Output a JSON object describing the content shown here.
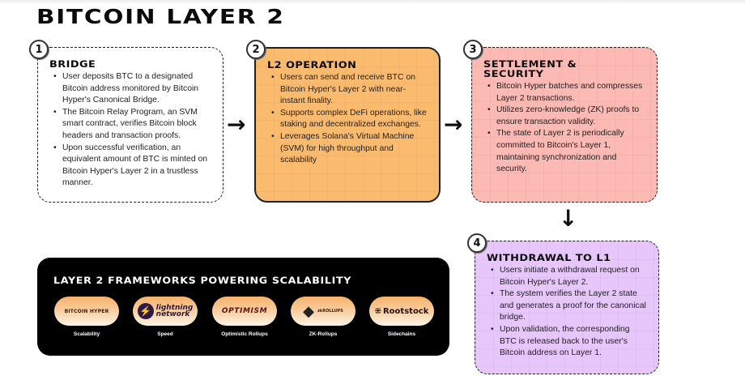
{
  "title": "BITCOIN LAYER 2",
  "steps": [
    {
      "number": "1",
      "heading": "BRIDGE",
      "bullets": [
        "User deposits BTC to a designated Bitcoin address monitored by Bitcoin Hyper's Canonical Bridge.",
        "The Bitcoin Relay Program, an SVM smart contract, verifies Bitcoin block headers and transaction proofs.",
        "Upon successful verification, an equivalent amount of BTC is minted on Bitcoin Hyper's Layer 2 in a trustless manner."
      ],
      "color": "#ffffff"
    },
    {
      "number": "2",
      "heading": "L2 OPERATION",
      "bullets": [
        "Users can send and receive BTC on Bitcoin Hyper's Layer 2 with near-instant finality.",
        "Supports complex DeFi operations, like staking and decentralized exchanges.",
        "Leverages Solana's Virtual Machine (SVM) for high throughput and scalability"
      ],
      "color": "#fbbb6f"
    },
    {
      "number": "3",
      "heading": "SETTLEMENT & SECURITY",
      "bullets": [
        "Bitcoin Hyper batches and compresses Layer 2 transactions.",
        "Utilizes zero-knowledge (ZK) proofs to ensure transaction validity.",
        "The state of Layer 2 is periodically committed to Bitcoin's Layer 1, maintaining synchronization and security."
      ],
      "color": "#fdb9b4"
    },
    {
      "number": "4",
      "heading": "WITHDRAWAL TO L1",
      "bullets": [
        "Users initiate a withdrawal request on Bitcoin Hyper's Layer 2.",
        "The system verifies the Layer 2 state and generates a proof for the canonical bridge.",
        "Upon validation, the corresponding BTC is released back to the user's Bitcoin address on Layer 1."
      ],
      "color": "#e7c6fb"
    }
  ],
  "arrows": {
    "right": "→",
    "down": "↓"
  },
  "frameworks": {
    "heading": "LAYER 2 FRAMEWORKS POWERING SCALABILITY",
    "items": [
      {
        "logo_text": "BITCOIN HYPER",
        "logo_icon": "bitcoin-hyper-logo",
        "label": "Scalability"
      },
      {
        "logo_text_1": "lightning",
        "logo_text_2": "network",
        "logo_icon": "lightning-bolt",
        "icon_glyph": "⚡",
        "label": "Speed"
      },
      {
        "logo_text": "OPTIMISM",
        "logo_icon": "optimism-logo",
        "label": "Optimistic Rollups"
      },
      {
        "logo_text": "zkROLLUPS",
        "logo_icon": "ethereum-diamond",
        "icon_glyph": "◆",
        "label": "ZK-Rollups"
      },
      {
        "logo_text": "Rootstock",
        "logo_icon": "rootstock-dots",
        "icon_glyph": "⁜",
        "label": "Sidechains"
      }
    ]
  }
}
